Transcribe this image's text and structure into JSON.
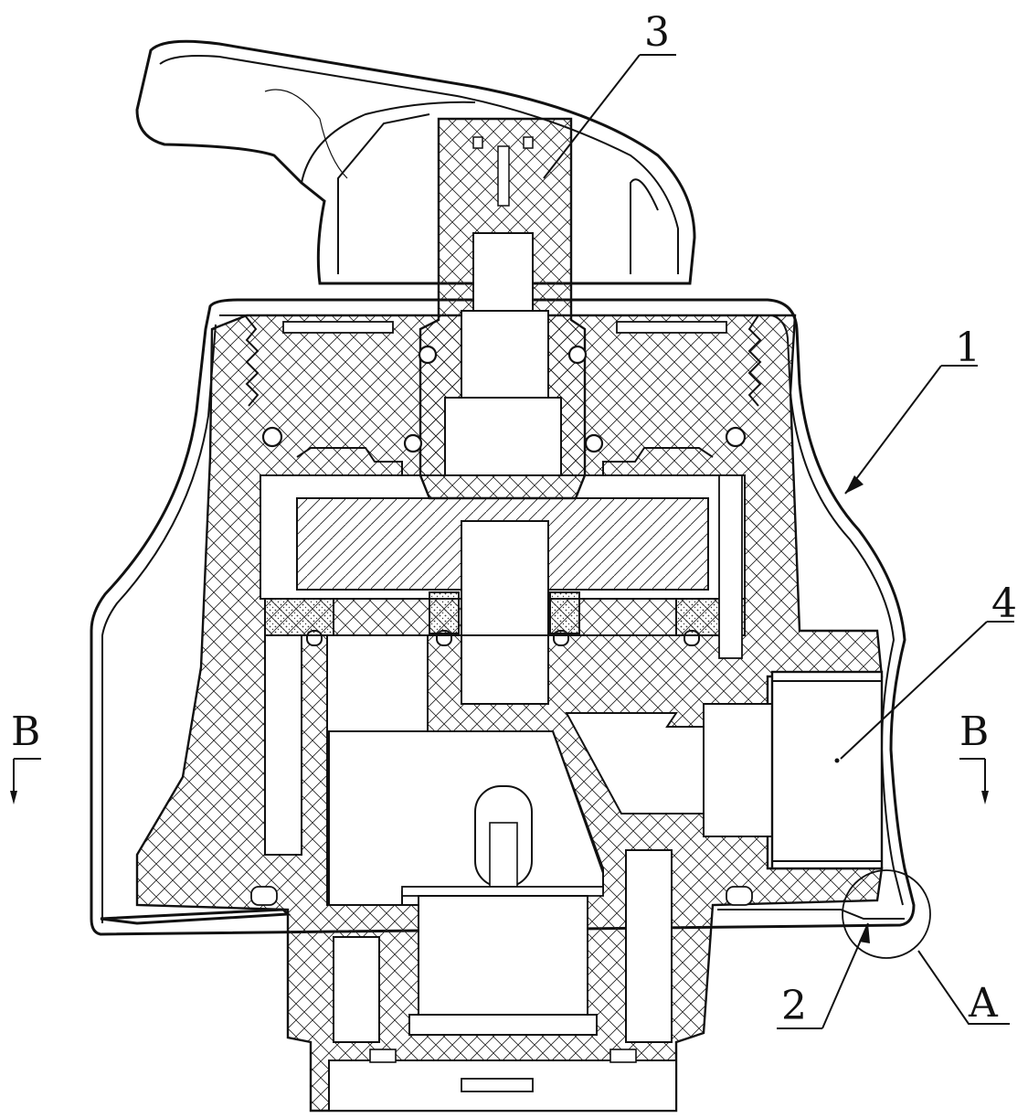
{
  "labels": {
    "part_1": "1",
    "part_2": "2",
    "part_3": "3",
    "part_4": "4",
    "detail_a": "A",
    "section_b_left": "B",
    "section_b_right": "B"
  }
}
